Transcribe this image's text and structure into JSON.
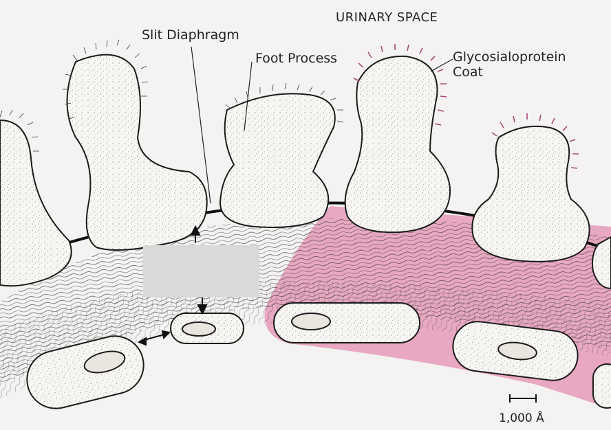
{
  "labels": {
    "urinary_space": "URINARY SPACE",
    "slit_diaphragm": "Slit Diaphragm",
    "foot_process": "Foot Process",
    "glyco_line1": "Glycosialoprotein",
    "glyco_line2": "Coat",
    "scale_bar": "1,000 Å"
  },
  "colors": {
    "coat_pink": "#e59ab9",
    "outline": "#1b1b1b",
    "cell_fill": "#f7f6f3",
    "redaction": "#d9d9d9"
  }
}
